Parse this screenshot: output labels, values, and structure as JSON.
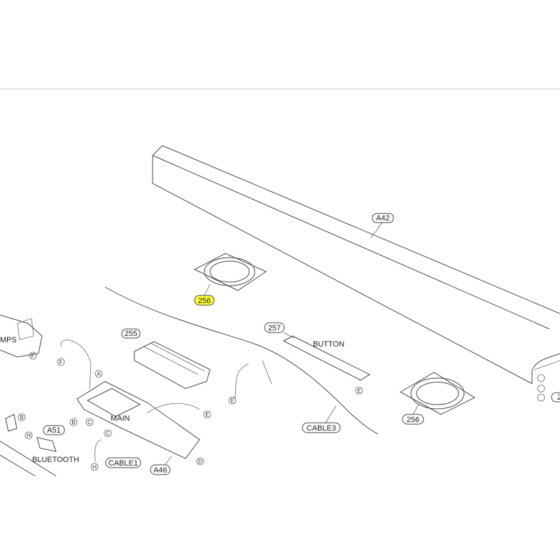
{
  "diagram": {
    "highlight_color": "#ffff33",
    "parts": {
      "a42": "A42",
      "p256_top": "256",
      "p256_bottom": "256",
      "p257": "257",
      "button": "BUTTON",
      "p255": "255",
      "main": "MAIN",
      "a46": "A46",
      "a51": "A51",
      "bluetooth": "BLUETOOTH",
      "cable1": "CABLE1",
      "cable3": "CABLE3",
      "mps": "MPS",
      "edge_partial": "2"
    },
    "connectors": {
      "f1": "F",
      "f2": "F",
      "a": "A",
      "b1": "B",
      "c1": "C",
      "e1": "E",
      "b2": "B",
      "h1": "H",
      "c2": "C",
      "h2": "H",
      "d": "D",
      "e2": "E",
      "e3": "E"
    }
  }
}
